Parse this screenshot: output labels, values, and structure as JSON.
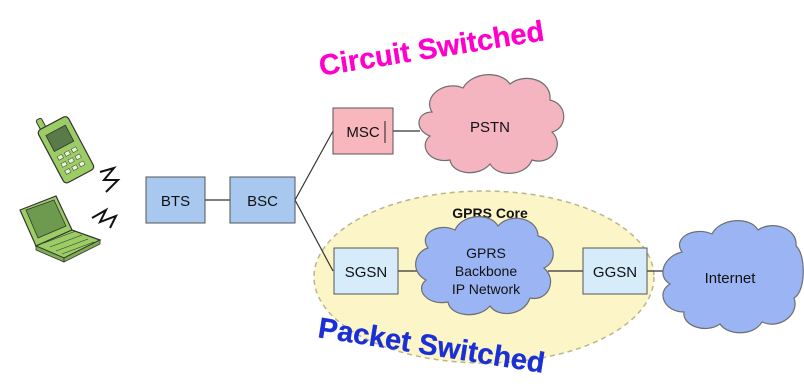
{
  "labels": {
    "circuit_switched": "Circuit Switched",
    "packet_switched": "Packet Switched",
    "gprs_core": "GPRS Core"
  },
  "nodes": {
    "bts": "BTS",
    "bsc": "BSC",
    "msc": "MSC",
    "sgsn": "SGSN",
    "ggsn": "GGSN"
  },
  "clouds": {
    "pstn": "PSTN",
    "backbone": [
      "GPRS",
      "Backbone",
      "IP Network"
    ],
    "internet": "Internet"
  },
  "colors": {
    "circuit_text": "#ff00cc",
    "packet_text": "#1a2fd6",
    "node_blue": "#a8c8f0",
    "node_lightblue": "#d6ecfa",
    "node_pink": "#f7b7bd",
    "cloud_pink": "#f4b4c0",
    "cloud_blue": "#9ab4f4",
    "core_fill": "#fbf5c8",
    "device_green": "#9ccc64"
  },
  "icons": [
    "mobile-phone-icon",
    "laptop-icon",
    "radio-wave-icon"
  ]
}
